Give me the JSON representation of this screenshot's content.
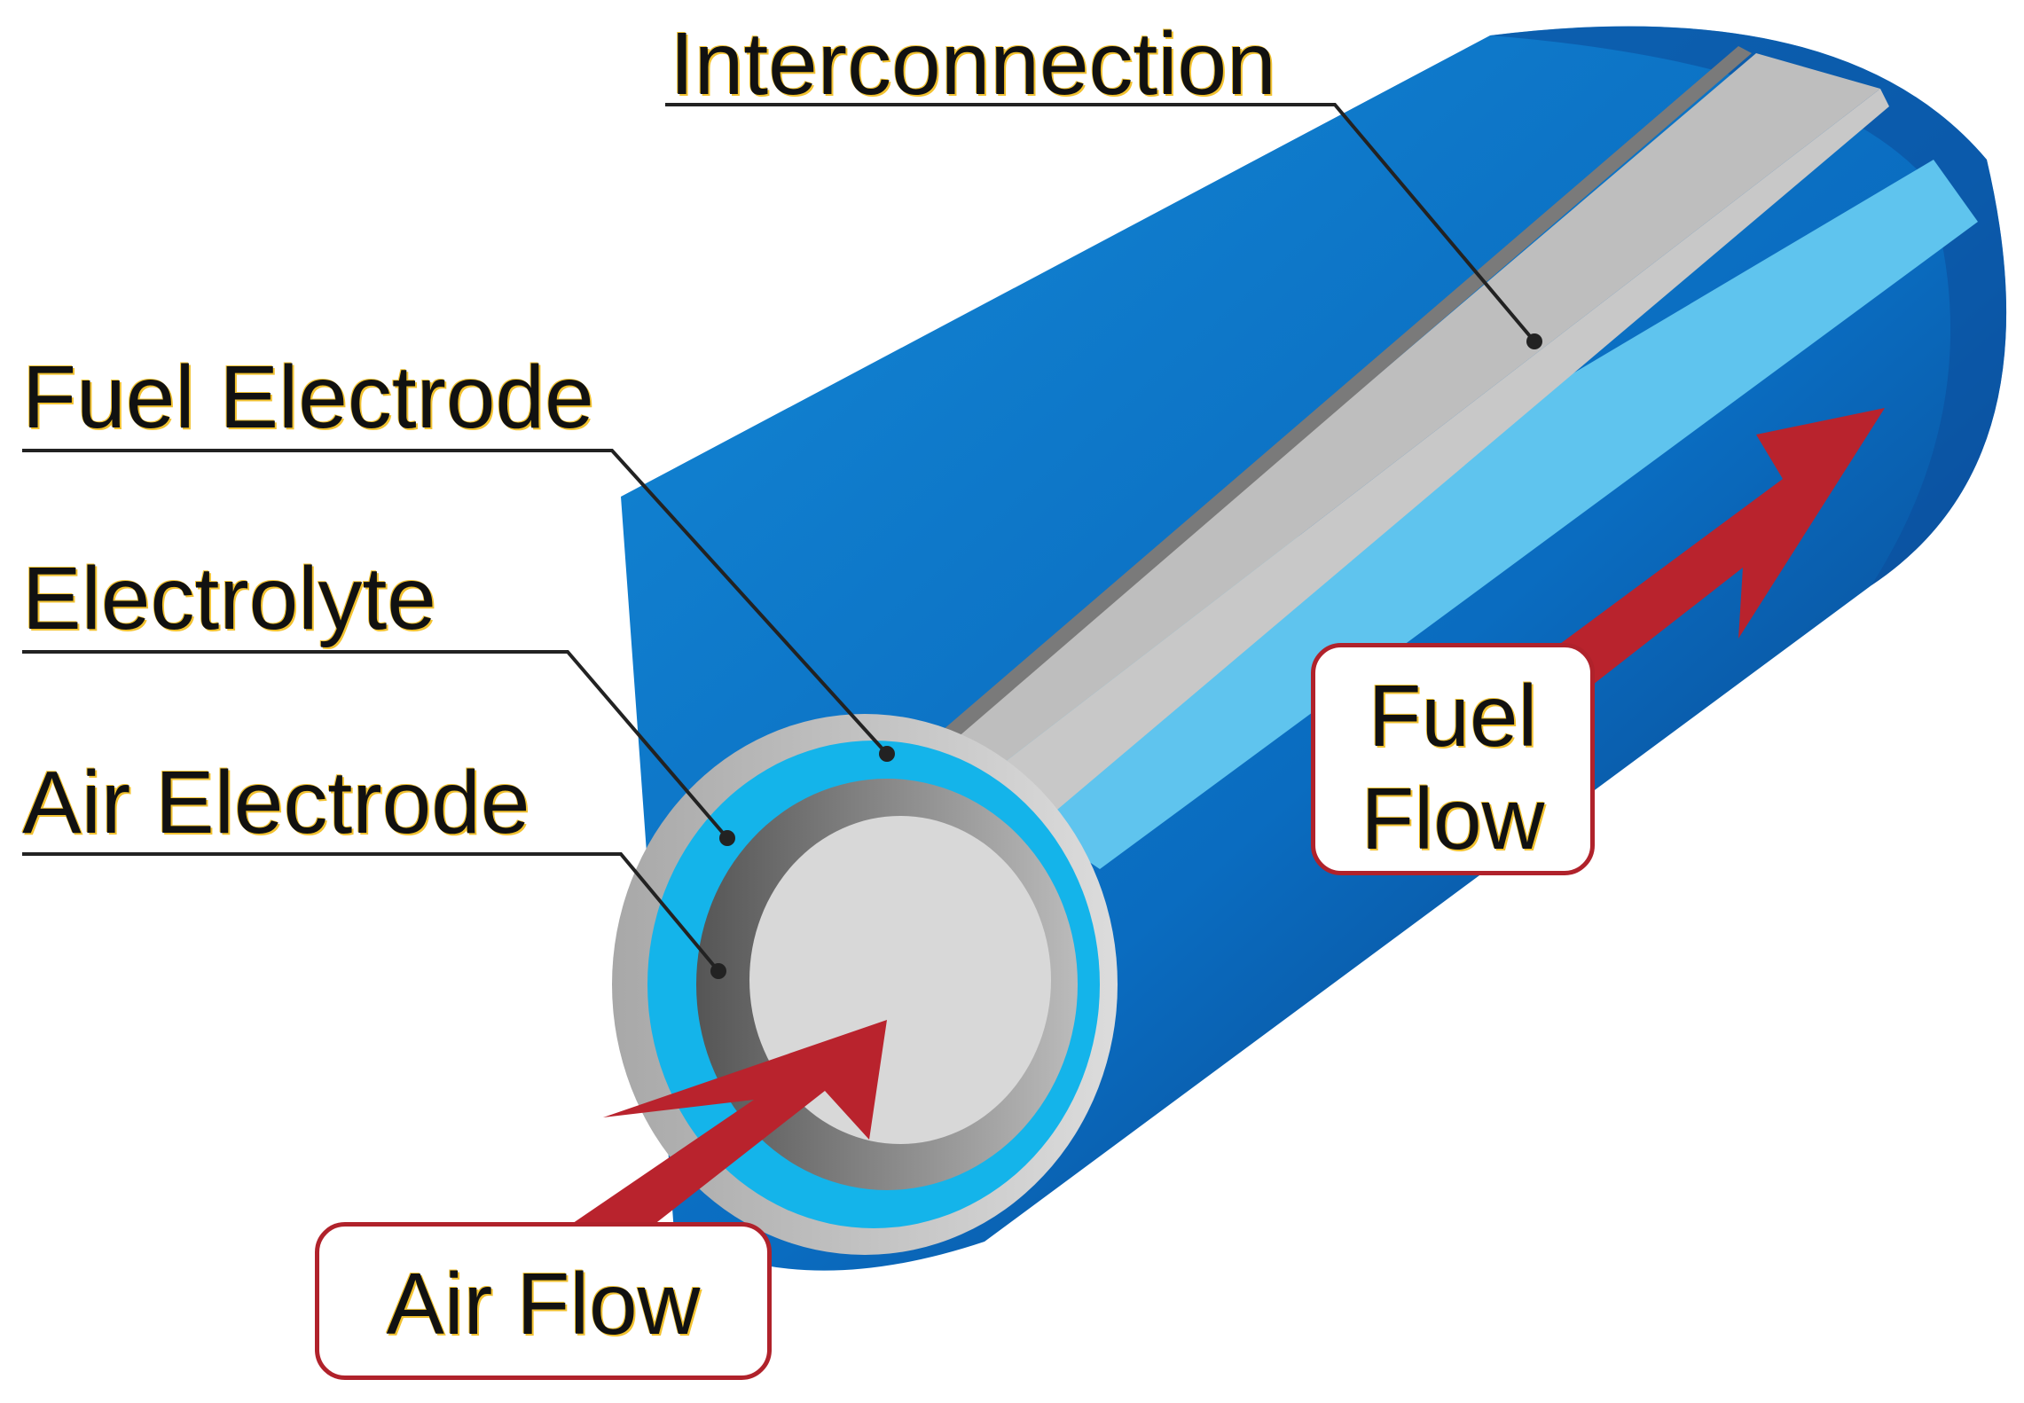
{
  "labels": {
    "interconnection": "Interconnection",
    "fuel_electrode": "Fuel Electrode",
    "electrolyte": "Electrolyte",
    "air_electrode": "Air Electrode"
  },
  "flows": {
    "fuel_line1": "Fuel",
    "fuel_line2": "Flow",
    "air": "Air Flow"
  },
  "colors": {
    "tube_blue": "#0a6cc0",
    "tube_dark": "#0b3f86",
    "electrolyte_cyan": "#14b4ea",
    "interconnection_gray": "#c8c8c8",
    "arrow_red": "#b9232d",
    "label_underline": "#222222"
  }
}
